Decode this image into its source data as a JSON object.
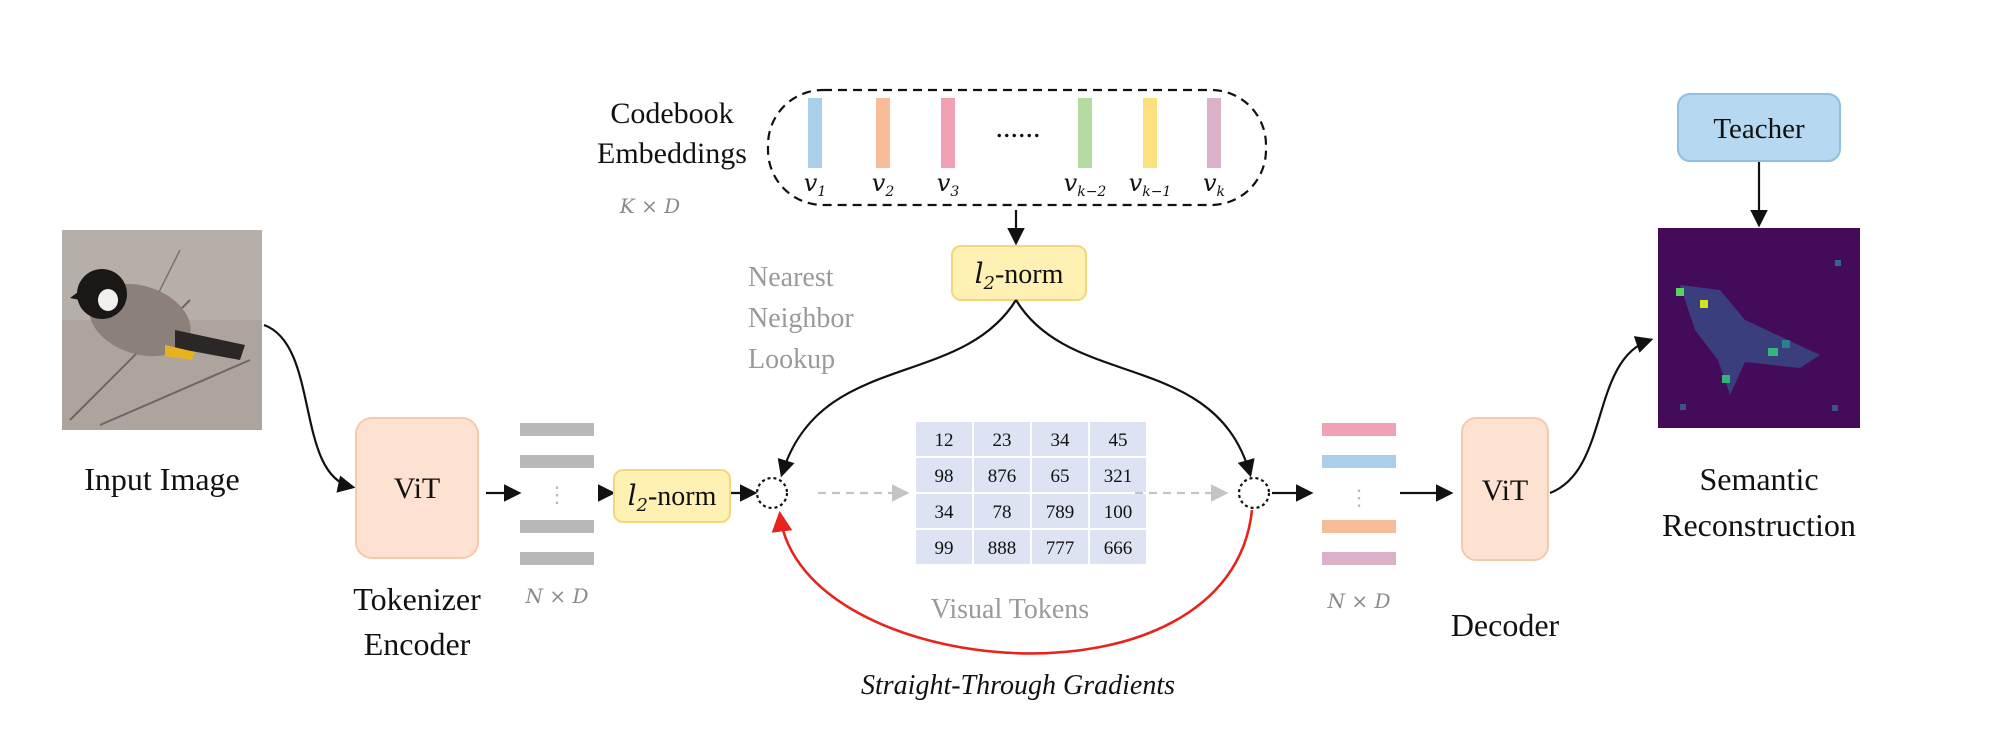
{
  "input": {
    "label": "Input Image"
  },
  "encoder": {
    "vit": "ViT",
    "label_line1": "Tokenizer",
    "label_line2": "Encoder",
    "dim": "N × D"
  },
  "codebook": {
    "label_line1": "Codebook",
    "label_line2": "Embeddings",
    "dim": "K × D",
    "ellipsis": "......",
    "vectors": [
      {
        "base": "v",
        "sub": "1",
        "color": "#a9cfea"
      },
      {
        "base": "v",
        "sub": "2",
        "color": "#f7bd98"
      },
      {
        "base": "v",
        "sub": "3",
        "color": "#f2a0b4"
      },
      {
        "base": "v",
        "sub": "k−2",
        "color": "#b6dba0"
      },
      {
        "base": "v",
        "sub": "k−1",
        "color": "#fbe07e"
      },
      {
        "base": "v",
        "sub": "k",
        "color": "#dbb1c9"
      }
    ]
  },
  "norm": {
    "base": "l",
    "sub": "2",
    "suffix": "-norm"
  },
  "lookup": {
    "line1": "Nearest",
    "line2": "Neighbor",
    "line3": "Lookup"
  },
  "visual_tokens": {
    "label": "Visual Tokens",
    "grid": [
      [
        "12",
        "23",
        "34",
        "45"
      ],
      [
        "98",
        "876",
        "65",
        "321"
      ],
      [
        "34",
        "78",
        "789",
        "100"
      ],
      [
        "99",
        "888",
        "777",
        "666"
      ]
    ]
  },
  "gradient": {
    "label": "Straight-Through Gradients"
  },
  "decoder": {
    "vit": "ViT",
    "label": "Decoder",
    "dim": "N × D",
    "token_colors": [
      "#f2a0b4",
      "#a9cfea",
      "#f7bd98",
      "#dbb1c9"
    ]
  },
  "teacher": {
    "label": "Teacher"
  },
  "output": {
    "label_line1": "Semantic",
    "label_line2": "Reconstruction"
  },
  "colors": {
    "vit_fill": "#fde2d2",
    "vit_stroke": "#f6c9ad",
    "norm_fill": "#fff0b3",
    "norm_stroke": "#f3d77a",
    "teacher_fill": "#b7d8f1",
    "teacher_stroke": "#8fbfe3",
    "token_grid": "#dde3f3",
    "gradient": "#e8231e"
  }
}
